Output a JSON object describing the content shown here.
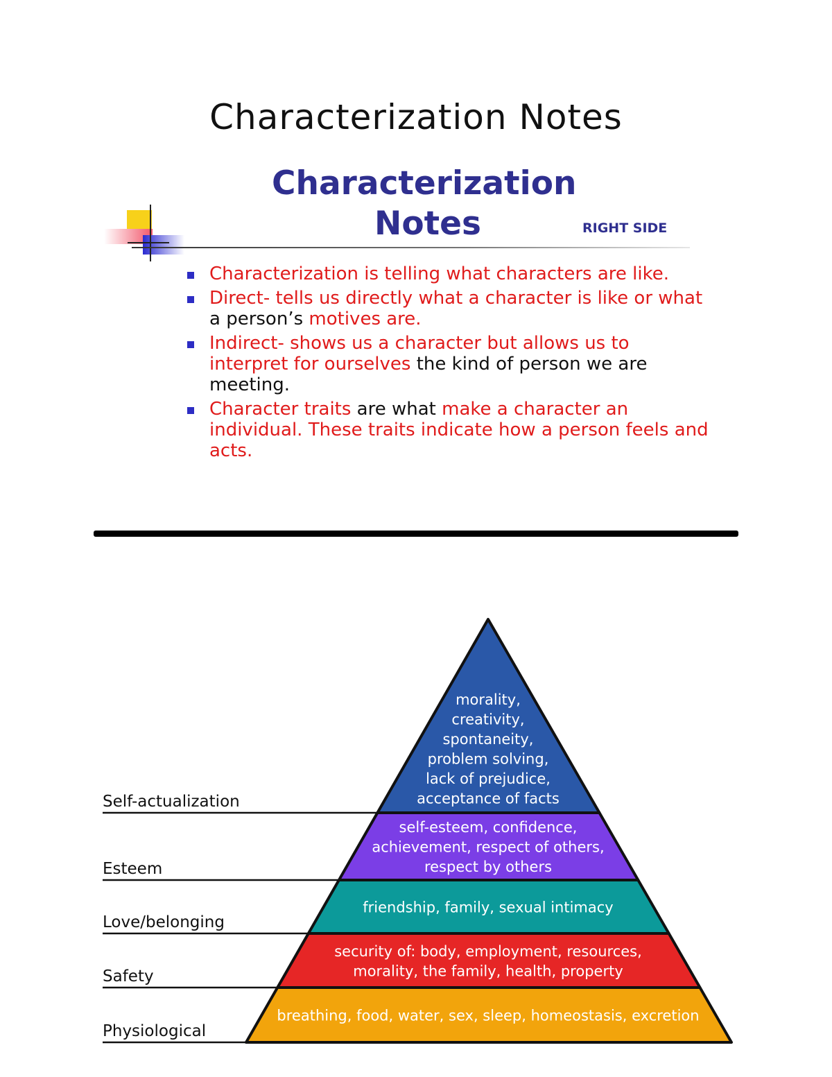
{
  "page_title": "Characterization Notes",
  "slide": {
    "title_line1": "Characterization",
    "title_line2": "Notes",
    "side_label": "RIGHT SIDE",
    "bullets": [
      {
        "parts": [
          {
            "text": "Characterization is telling what characters are like.",
            "color": "red"
          }
        ]
      },
      {
        "parts": [
          {
            "text": "Direct- tells us directly what a character is like or what ",
            "color": "red"
          },
          {
            "text": "a person’s ",
            "color": "black"
          },
          {
            "text": "motives are.",
            "color": "red"
          }
        ]
      },
      {
        "parts": [
          {
            "text": "Indirect- shows us a character but allows us to interpret for ourselves ",
            "color": "red"
          },
          {
            "text": "the kind of person we are meeting.",
            "color": "black"
          }
        ]
      },
      {
        "parts": [
          {
            "text": "Character traits ",
            "color": "red"
          },
          {
            "text": "are what ",
            "color": "black"
          },
          {
            "text": "make a character an individual. These traits indicate how a person feels and acts.",
            "color": "red"
          }
        ]
      }
    ],
    "colors": {
      "title": "#2f2f8f",
      "emphasis": "#e01b1b",
      "bullet": "#2d2dc4"
    }
  },
  "pyramid": {
    "levels": [
      {
        "label": "Self-actualization",
        "lines": [
          "morality,",
          "creativity,",
          "spontaneity,",
          "problem solving,",
          "lack of prejudice,",
          "acceptance of facts"
        ],
        "color": "#2a58a8"
      },
      {
        "label": "Esteem",
        "lines": [
          "self-esteem, confidence,",
          "achievement, respect of others,",
          "respect by others"
        ],
        "color": "#7b3ee6"
      },
      {
        "label": "Love/belonging",
        "lines": [
          "friendship, family, sexual intimacy"
        ],
        "color": "#0c9a9a"
      },
      {
        "label": "Safety",
        "lines": [
          "security of: body, employment, resources,",
          "morality, the family, health, property"
        ],
        "color": "#e62626"
      },
      {
        "label": "Physiological",
        "lines": [
          "breathing, food, water, sex, sleep, homeostasis, excretion"
        ],
        "color": "#f2a40c"
      }
    ]
  }
}
